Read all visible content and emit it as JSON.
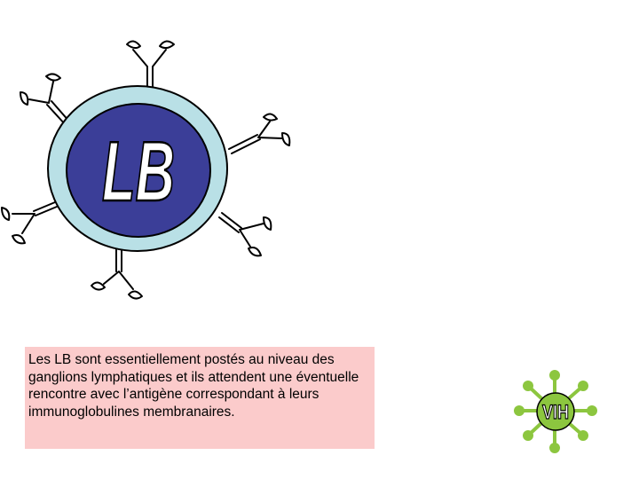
{
  "diagram": {
    "cell_label": "LB",
    "colors": {
      "membrane": "#b9e0e6",
      "nucleus": "#3b3e98",
      "outline": "#000000",
      "label_fill": "#ffffff"
    }
  },
  "caption": {
    "text": "Les LB sont essentiellement postés au niveau des ganglions lymphatiques et ils attendent une éventuelle rencontre avec l’antigène correspondant à leurs immunoglobulines membranaires.",
    "background": "#fbcbcb"
  },
  "virus": {
    "label": "VIH",
    "colors": {
      "body": "#8cc63f",
      "text": "#ffffff"
    }
  }
}
